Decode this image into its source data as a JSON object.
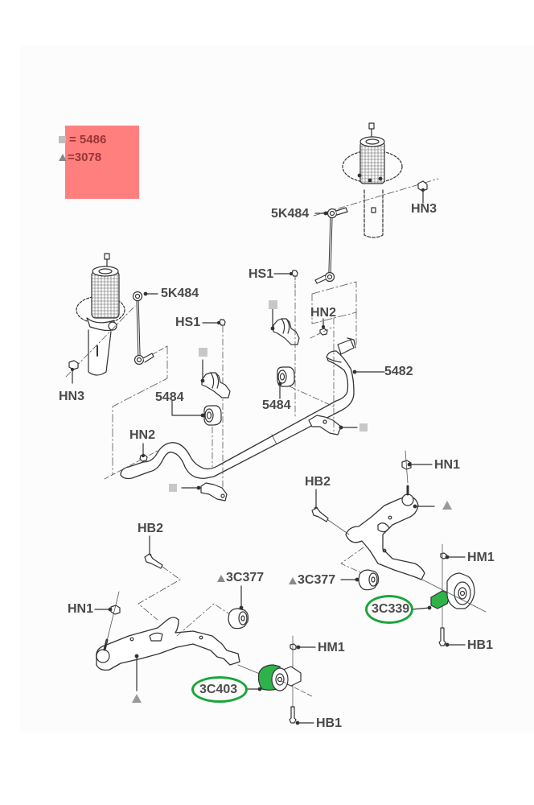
{
  "diagram": {
    "title": "Front suspension exploded view",
    "legend": {
      "square_symbol": "square-marker",
      "triangle_symbol": "triangle-marker",
      "square_equals": "= 5486",
      "triangle_equals": "=3078",
      "square_value": "5486",
      "triangle_value": "3078",
      "background_color": "#ff7f7f",
      "text_color": "#9a3535"
    },
    "callouts": {
      "hn3_right": "HN3",
      "hn3_left": "HN3",
      "link_right": "5K484",
      "link_left": "5K484",
      "hs1_right": "HS1",
      "hs1_left": "HS1",
      "hn2_upper": "HN2",
      "hn2_lower": "HN2",
      "stabilizer_bar": "5482",
      "bushing_left": "5484",
      "bushing_right": "5484",
      "hn1_right": "HN1",
      "hb2_right": "HB2",
      "hm1_right": "HM1",
      "bushing_3c377_right": "3C377",
      "bushing_3c339": "3C339",
      "hb1_right": "HB1",
      "hb2_left": "HB2",
      "hn1_left": "HN1",
      "bushing_3c377_left": "3C377",
      "hm1_left": "HM1",
      "bushing_3c403": "3C403",
      "hb1_left": "HB1"
    },
    "highlighted_parts": [
      "3C339",
      "3C403"
    ],
    "colors": {
      "highlight_ring": "#1aa63a",
      "highlight_part_fill": "#2fb24a",
      "label_text": "#4a4a4a",
      "marker_gray": "#bdbdbd",
      "line": "#333333"
    }
  }
}
